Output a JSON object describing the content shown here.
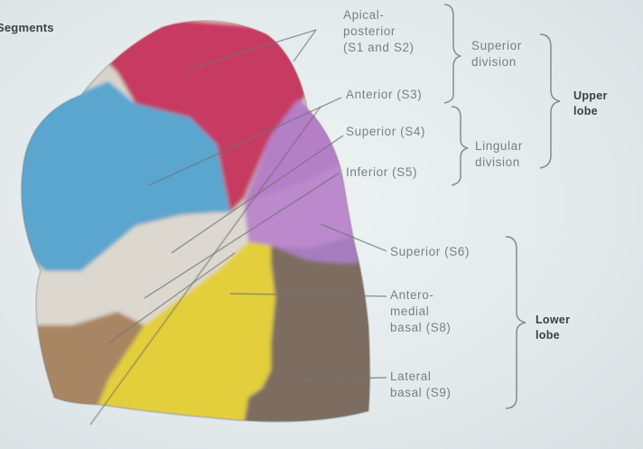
{
  "figure": {
    "heading": "Segments",
    "upper_lobe": {
      "segments": [
        {
          "lines": [
            "Apical-",
            "posterior",
            "(S1 and S2)"
          ],
          "color": "#c2385e"
        },
        {
          "lines": [
            "Anterior (S3)"
          ],
          "color": "#5aa6cf"
        },
        {
          "lines": [
            "Superior (S4)"
          ],
          "color": "#b784c9"
        },
        {
          "lines": [
            "Inferior (S5)"
          ],
          "color": "#b784c9"
        }
      ],
      "divisions": [
        {
          "lines": [
            "Superior",
            "division"
          ]
        },
        {
          "lines": [
            "Lingular",
            "division"
          ]
        }
      ],
      "label": [
        "Upper",
        "lobe"
      ]
    },
    "lower_lobe": {
      "segments": [
        {
          "lines": [
            "Superior (S6)"
          ],
          "color": "#a77cbe"
        },
        {
          "lines": [
            "Antero-",
            "medial",
            "basal (S8)"
          ],
          "color": "#e2cf3a"
        },
        {
          "lines": [
            "Lateral",
            "basal (S9)"
          ],
          "color": "#7d6d60"
        }
      ],
      "label": [
        "Lower",
        "lobe"
      ]
    },
    "unlabeled_colors": {
      "lingula_pale": "#dcd8cf",
      "base_brown": "#a88563"
    }
  }
}
